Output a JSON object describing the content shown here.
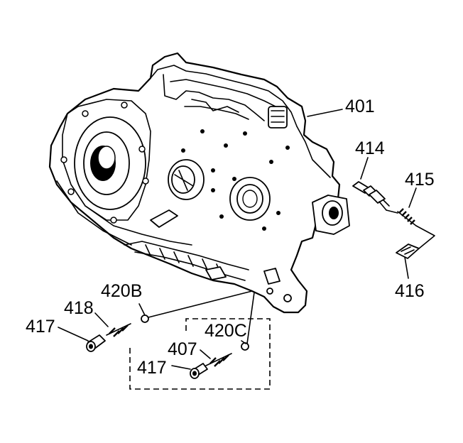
{
  "callouts": {
    "c401": "401",
    "c414": "414",
    "c415": "415",
    "c416": "416",
    "c420b": "420B",
    "c418": "418",
    "c417a": "417",
    "c420c": "420C",
    "c407": "407",
    "c417b": "417"
  },
  "icons": {
    "housing": "transmission-case-icon",
    "valve": "valve-icon",
    "spring": "spring-icon",
    "plug": "plug-icon",
    "ball": "check-ball-icon",
    "filter": "filter-screen-icon"
  }
}
